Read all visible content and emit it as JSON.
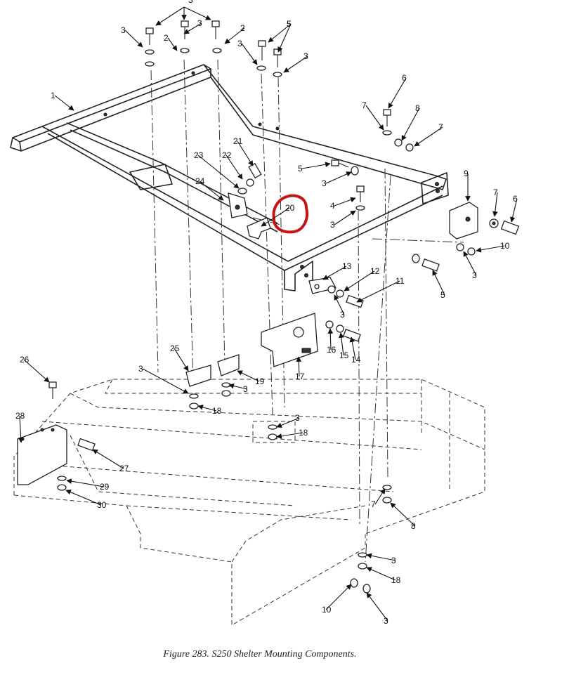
{
  "figure": {
    "caption": "Figure 283.  S250 Shelter Mounting Components."
  },
  "callouts": [
    "1",
    "2",
    "2",
    "3",
    "3",
    "3",
    "3",
    "3",
    "5",
    "5",
    "6",
    "7",
    "8",
    "7",
    "23",
    "22",
    "21",
    "24",
    "5",
    "3",
    "4",
    "3",
    "20",
    "9",
    "7",
    "6",
    "10",
    "3",
    "13",
    "12",
    "11",
    "3",
    "5",
    "16",
    "15",
    "14",
    "17",
    "25",
    "3",
    "3",
    "19",
    "18",
    "26",
    "28",
    "27",
    "29",
    "30",
    "3",
    "18",
    "7",
    "8",
    "3",
    "18",
    "10",
    "3"
  ],
  "highlight": {
    "color": "#c41414",
    "item": "20"
  }
}
